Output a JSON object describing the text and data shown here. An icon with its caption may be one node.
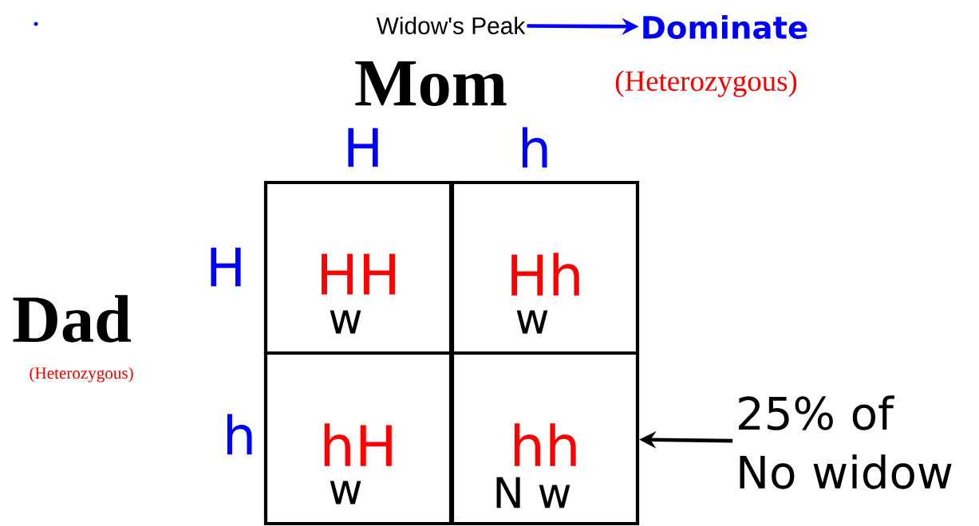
{
  "diagram": {
    "nodes": [
      {
        "text": [
          "Widow's Peak"
        ]
      },
      {
        "text": [
          "Dominate"
        ]
      },
      {
        "text": [
          "HH",
          "w"
        ]
      },
      {
        "text": [
          "Hh",
          "w"
        ]
      },
      {
        "text": [
          "hH",
          "w"
        ]
      },
      {
        "text": [
          "hh",
          "N w"
        ]
      },
      {
        "text": [
          "25% of No widow"
        ]
      }
    ],
    "edges": [
      {
        "from": 0,
        "to": 1,
        "arrow": "to",
        "color": "#0000ff"
      },
      {
        "from": 6,
        "to": 5,
        "arrow": "to",
        "color": "#000000"
      }
    ],
    "labels": [
      "Mom",
      "(Heterozygous)",
      "H",
      "h",
      "H",
      "h",
      "Dad",
      "(Heterozygous)"
    ]
  }
}
